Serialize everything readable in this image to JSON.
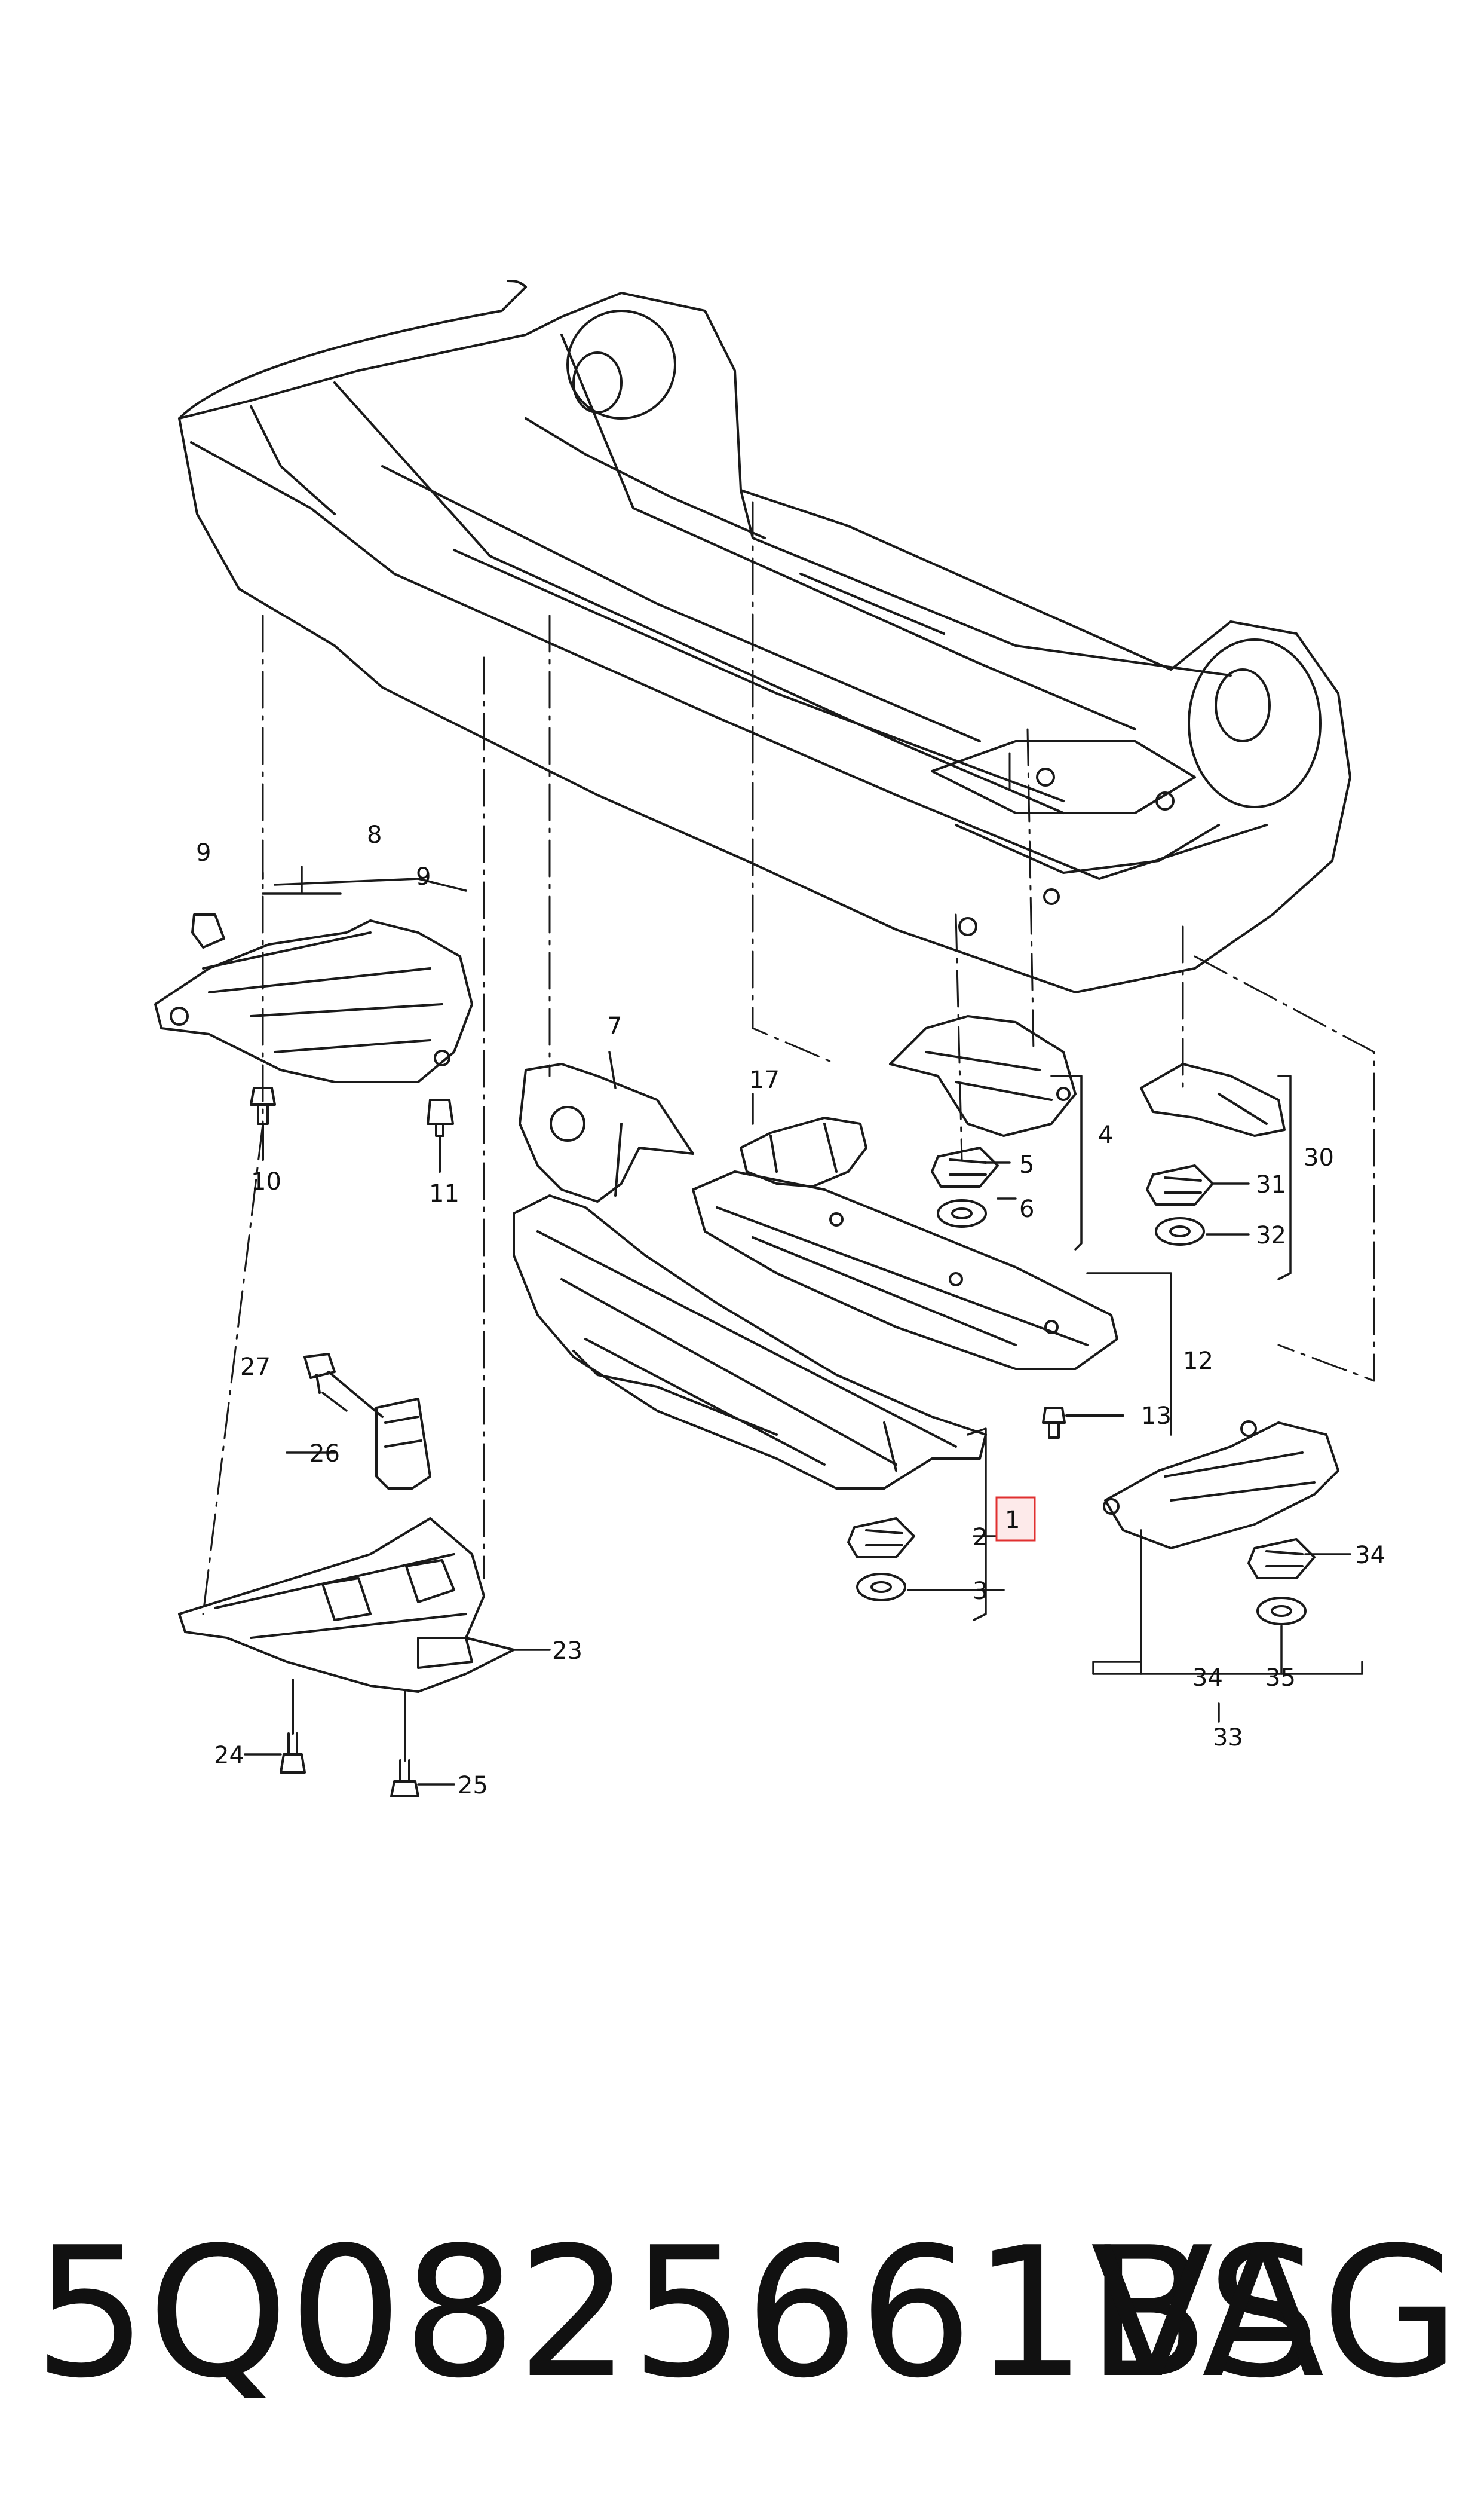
{
  "callouts": {
    "c1": "1",
    "c2": "2",
    "c3": "3",
    "c4": "4",
    "c5": "5",
    "c6": "6",
    "c7": "7",
    "c8": "8",
    "c9a": "9",
    "c9b": "9",
    "c10": "10",
    "c11": "11",
    "c12": "12",
    "c13": "13",
    "c17": "17",
    "c23": "23",
    "c24": "24",
    "c25": "25",
    "c26": "26",
    "c27": "27",
    "c30": "30",
    "c31": "31",
    "c32": "32",
    "c33": "33",
    "c34a": "34",
    "c34b": "34",
    "c35": "35"
  },
  "part_number": "5Q0825661BS",
  "brand": "VAG",
  "colors": {
    "line": "#1a1a1a",
    "highlight": "#e03030",
    "highlight_fill": "#fdeaea"
  }
}
